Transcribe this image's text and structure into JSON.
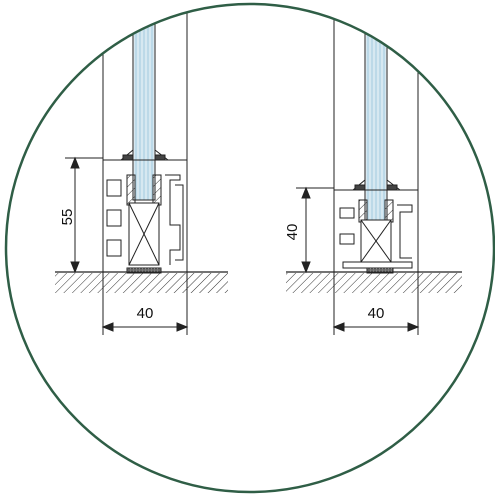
{
  "colors": {
    "circle": "#2f5e46",
    "glass": "#b7d6e6",
    "glass_line": "#ffffff",
    "line": "#222222",
    "hatch": "#333333",
    "gasket": "#444444",
    "frame_fill": "#ffffff"
  },
  "left_profile": {
    "height_label": "55",
    "width_label": "40"
  },
  "right_profile": {
    "height_label": "40",
    "width_label": "40"
  }
}
